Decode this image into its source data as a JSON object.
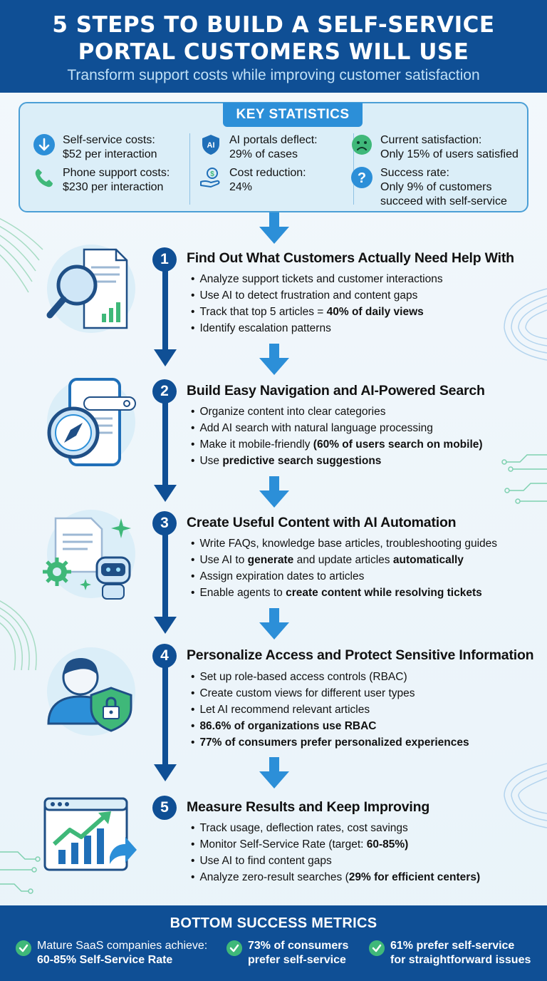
{
  "header": {
    "title_line1": "5 STEPS TO BUILD A SELF-SERVICE",
    "title_line2": "PORTAL CUSTOMERS WILL USE",
    "subtitle": "Transform support costs while improving customer satisfaction"
  },
  "stats": {
    "title": "KEY STATISTICS",
    "items": [
      {
        "line1": "Self-service costs:",
        "line2": "$52 per interaction",
        "icon": "arrow-down-icon"
      },
      {
        "line1": "Phone support costs:",
        "line2": "$230 per interaction",
        "icon": "phone-icon"
      },
      {
        "line1": "AI portals deflect:",
        "line2": "29% of cases",
        "icon": "ai-shield-icon",
        "badge": "AI"
      },
      {
        "line1": "Cost reduction:",
        "line2": "24%",
        "icon": "money-hand-icon"
      },
      {
        "line1": "Current satisfaction:",
        "line2": "Only 15% of users satisfied",
        "icon": "sad-face-icon"
      },
      {
        "line1": "Success rate:",
        "line2": "Only 9% of customers",
        "line3": "succeed with self-service",
        "icon": "question-icon"
      }
    ]
  },
  "steps": [
    {
      "number": "1",
      "title": "Find Out What Customers Actually Need Help With",
      "bullets": [
        {
          "text": "Analyze support tickets and customer interactions",
          "bold": ""
        },
        {
          "text": "Use AI to detect frustration and content gaps",
          "bold": ""
        },
        {
          "text": "Track that top 5 articles = ",
          "bold": "40% of daily views"
        },
        {
          "text": "Identify escalation patterns",
          "bold": ""
        }
      ]
    },
    {
      "number": "2",
      "title": "Build Easy Navigation and AI-Powered Search",
      "bullets": [
        {
          "text": "Organize content into clear categories",
          "bold": ""
        },
        {
          "text": "Add AI search with natural language processing",
          "bold": ""
        },
        {
          "text": "Make it mobile-friendly ",
          "bold": "(60% of users search on mobile)"
        },
        {
          "text": "Use ",
          "bold": "predictive search suggestions"
        }
      ]
    },
    {
      "number": "3",
      "title": "Create Useful Content with AI Automation",
      "bullets": [
        {
          "text": "Write FAQs, knowledge base articles, troubleshooting guides",
          "bold": ""
        },
        {
          "text": "Use AI to ",
          "bold": "generate",
          "text2": " and update articles ",
          "bold2": "automatically"
        },
        {
          "text": "Assign expiration dates to articles",
          "bold": ""
        },
        {
          "text": "Enable agents to ",
          "bold": "create content while resolving tickets"
        }
      ]
    },
    {
      "number": "4",
      "title": "Personalize Access and Protect Sensitive Information",
      "bullets": [
        {
          "text": "Set up role-based access controls (RBAC)",
          "bold": ""
        },
        {
          "text": "Create custom views for different user types",
          "bold": ""
        },
        {
          "text": "Let AI recommend relevant articles",
          "bold": ""
        },
        {
          "text": "",
          "bold": "86.6% of organizations use RBAC"
        },
        {
          "text": "",
          "bold": "77% of consumers prefer personalized experiences"
        }
      ]
    },
    {
      "number": "5",
      "title": "Measure Results and Keep Improving",
      "bullets": [
        {
          "text": "Track usage, deflection rates, cost savings",
          "bold": ""
        },
        {
          "text": "Monitor Self-Service Rate (target: ",
          "bold": "60-85%)"
        },
        {
          "text": "Use AI to find content gaps",
          "bold": ""
        },
        {
          "text": "Analyze zero-result searches (",
          "bold": "29% for efficient centers)"
        }
      ]
    }
  ],
  "footer": {
    "title": "BOTTOM SUCCESS METRICS",
    "metrics": [
      {
        "line1": "Mature SaaS companies achieve:",
        "line2": "60-85% Self-Service Rate"
      },
      {
        "line1": "73% of consumers",
        "line2": "prefer self-service"
      },
      {
        "line1": "61% prefer self-service",
        "line2": "for straightforward issues"
      }
    ]
  },
  "colors": {
    "navy": "#0f4f95",
    "accent_blue": "#2c8fd8",
    "green": "#3fb879",
    "stats_bg": "#dbeef8"
  }
}
